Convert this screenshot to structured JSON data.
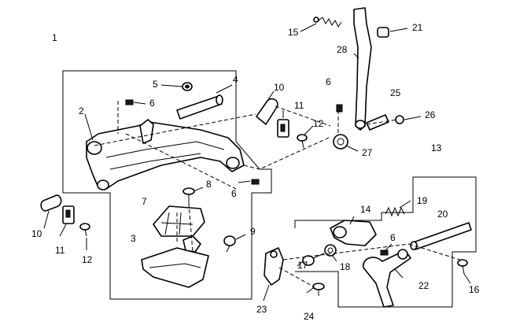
{
  "callouts": [
    {
      "id": "c1",
      "text": "1"
    },
    {
      "id": "c2",
      "text": "2"
    },
    {
      "id": "c3",
      "text": "3"
    },
    {
      "id": "c4",
      "text": "4"
    },
    {
      "id": "c5",
      "text": "5"
    },
    {
      "id": "c6a",
      "text": "6"
    },
    {
      "id": "c6b",
      "text": "6"
    },
    {
      "id": "c6c",
      "text": "6"
    },
    {
      "id": "c6d",
      "text": "6"
    },
    {
      "id": "c7",
      "text": "7"
    },
    {
      "id": "c8",
      "text": "8"
    },
    {
      "id": "c9",
      "text": "9"
    },
    {
      "id": "c10a",
      "text": "10"
    },
    {
      "id": "c10b",
      "text": "10"
    },
    {
      "id": "c11a",
      "text": "11"
    },
    {
      "id": "c11b",
      "text": "11"
    },
    {
      "id": "c12a",
      "text": "12"
    },
    {
      "id": "c12b",
      "text": "12"
    },
    {
      "id": "c13",
      "text": "13"
    },
    {
      "id": "c14",
      "text": "14"
    },
    {
      "id": "c15",
      "text": "15"
    },
    {
      "id": "c16",
      "text": "16"
    },
    {
      "id": "c17",
      "text": "17"
    },
    {
      "id": "c18",
      "text": "18"
    },
    {
      "id": "c19",
      "text": "19"
    },
    {
      "id": "c20",
      "text": "20"
    },
    {
      "id": "c21",
      "text": "21"
    },
    {
      "id": "c22",
      "text": "22"
    },
    {
      "id": "c23",
      "text": "23"
    },
    {
      "id": "c24",
      "text": "24"
    },
    {
      "id": "c25",
      "text": "25"
    },
    {
      "id": "c26",
      "text": "26"
    },
    {
      "id": "c27",
      "text": "27"
    },
    {
      "id": "c28",
      "text": "28"
    }
  ]
}
